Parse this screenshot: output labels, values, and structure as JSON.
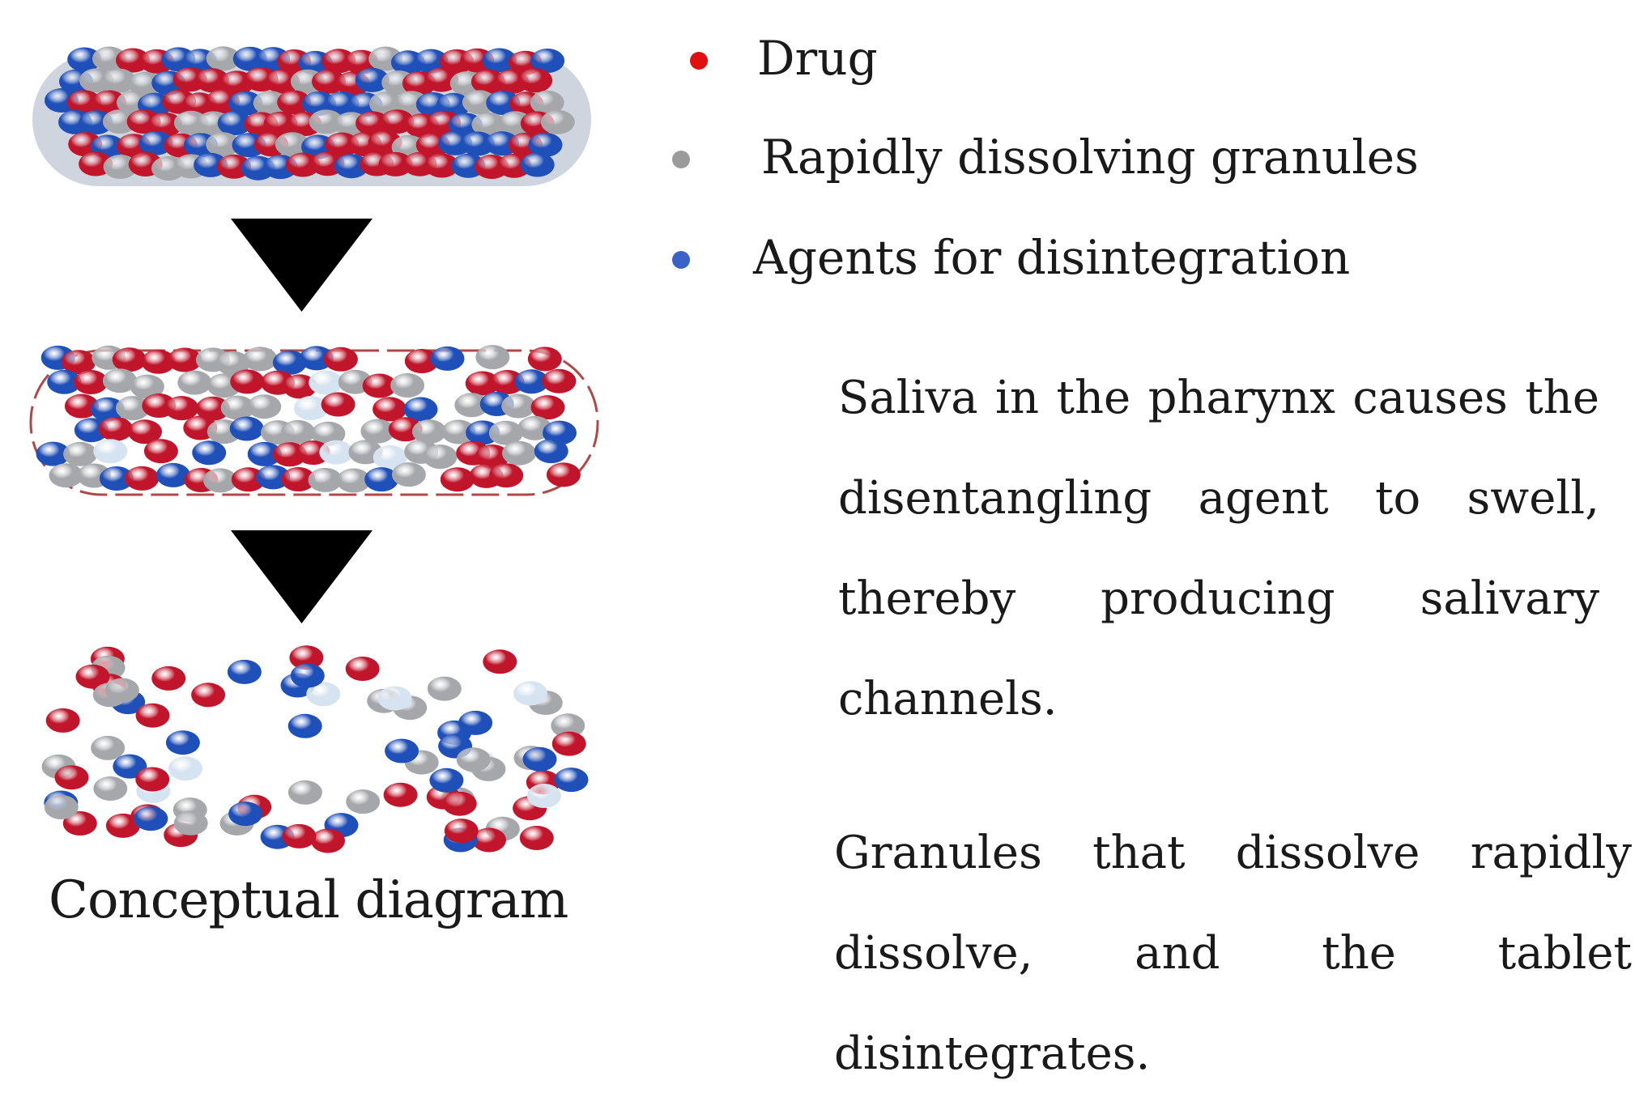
{
  "legend": {
    "items": [
      {
        "label": "Drug",
        "color": "#e01010"
      },
      {
        "label": "Rapidly dissolving granules",
        "color": "#9b9b9b"
      },
      {
        "label": "Agents for disintegration",
        "color": "#3a63c8"
      }
    ]
  },
  "stages": {
    "caption": "Conceptual diagram",
    "particle_colors": {
      "drug": "#c0152a",
      "granule": "#a5a7ab",
      "agent": "#1f4fb8",
      "dissolved": "#d6e3f0"
    },
    "outline_color": "#b04848",
    "arrow_color": "#000000"
  },
  "descriptions": {
    "swelling": "Saliva in the pharynx causes the disentangling agent to swell, thereby producing salivary channels.",
    "disintegration": "Granules that dissolve rapidly dissolve, and the tablet disintegrates."
  }
}
